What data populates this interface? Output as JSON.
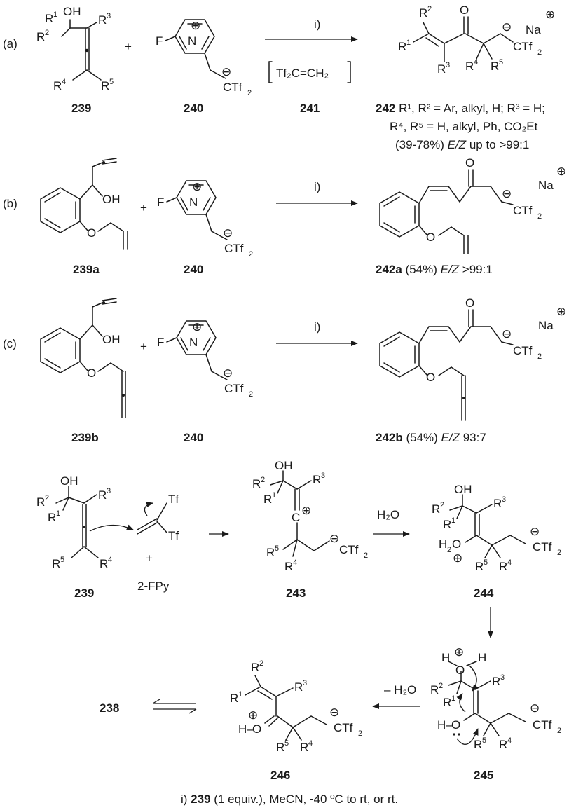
{
  "panels": {
    "a": "(a)",
    "b": "(b)",
    "c": "(c)"
  },
  "reagent_arrow_label": "i)",
  "compounds": {
    "c239": "239",
    "c240": "240",
    "c241": "241",
    "c242": "242",
    "c239a": "239a",
    "c242a": "242a",
    "c239b": "239b",
    "c242b": "242b",
    "c243": "243",
    "c244": "244",
    "c245": "245",
    "c246": "246",
    "c238": "238"
  },
  "plus": "+",
  "atoms": {
    "OH": "OH",
    "F": "F",
    "Na": "Na",
    "O": "O",
    "Tf": "Tf",
    "H": "H",
    "H2O_label": "H",
    "CTf": "CTf",
    "R": "R",
    "twoFPy": "2-FPy"
  },
  "subs": {
    "one": "1",
    "two": "2",
    "three": "3",
    "four": "4",
    "five": "5"
  },
  "charges": {
    "plus": "⊕",
    "minus": "⊖"
  },
  "a_results": {
    "line1_rest": " R¹, R² = Ar, alkyl, H; R³ = H;",
    "line2": "R⁴, R⁵ = H, alkyl, Ph, CO₂Et",
    "line3_a": "(39-78%) ",
    "line3_ez": "E/Z",
    "line3_b": " up to >99:1"
  },
  "intermediate_241": "Tf₂C=CH₂",
  "b_result": {
    "yield": " (54%) ",
    "ez": "E/Z",
    "ratio": " >99:1"
  },
  "c_result": {
    "yield": " (54%) ",
    "ez": "E/Z",
    "ratio": " 93:7"
  },
  "mech": {
    "water": "H₂O",
    "minus_water": "– H₂O"
  },
  "footnote": {
    "prefix": "i) ",
    "cmpd": "239",
    "rest": " (1 equiv.), MeCN, -40 ºC to rt, or rt."
  }
}
